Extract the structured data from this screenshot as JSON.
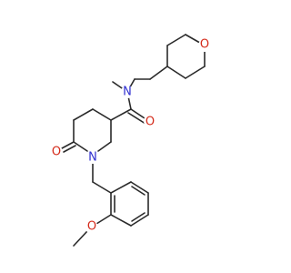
{
  "molecule": {
    "atom_labels": {
      "oxane_oxygen": "O",
      "amide_nitrogen": "N",
      "amide_oxygen": "O",
      "lactam_oxygen": "O",
      "ring_nitrogen": "N",
      "methoxy_oxygen": "O"
    },
    "colors": {
      "bond": "#2a2a2a",
      "nitrogen": "#2f2fd0",
      "oxygen": "#d42a1a",
      "background": "#ffffff"
    }
  }
}
